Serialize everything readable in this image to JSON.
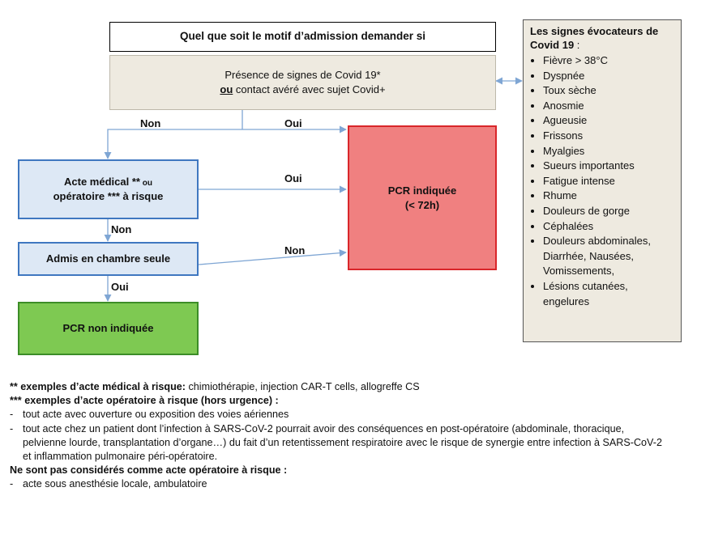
{
  "flowchart": {
    "top_question": "Quel que soit le motif d’admission demander si",
    "presence_line1": "Présence de signes de Covid 19*",
    "presence_ou": "ou",
    "presence_line2_rest": " contact avéré avec sujet Covid+",
    "acte_line1_main": "Acte médical **",
    "acte_line1_small": " ou",
    "acte_line2": "opératoire *** à risque",
    "admis": "Admis en chambre seule",
    "pcr_non": "PCR non indiquée",
    "pcr_line1": "PCR indiquée",
    "pcr_line2": "(< 72h)",
    "labels": {
      "non_top": "Non",
      "oui_top": "Oui",
      "oui_acte": "Oui",
      "non_acte": "Non",
      "non_admis": "Non",
      "oui_admis": "Oui"
    },
    "colors": {
      "presence_fill": "#eeeae0",
      "blue_fill": "#dde8f5",
      "blue_border": "#3f77c0",
      "green_fill": "#7ec952",
      "green_border": "#3c8d27",
      "red_fill": "#f08080",
      "red_border": "#d9262a",
      "signs_fill": "#eeeae0",
      "arrow": "#7fa6d4"
    }
  },
  "signs": {
    "title": "Les signes évocateurs de Covid 19",
    "title_suffix": " :",
    "items": [
      "Fièvre > 38°C",
      "Dyspnée",
      "Toux sèche",
      "Anosmie",
      "Agueusie",
      "Frissons",
      "Myalgies",
      "Sueurs importantes",
      "Fatigue intense",
      "Rhume",
      "Douleurs de gorge",
      "Céphalées",
      "Douleurs abdominales, Diarrhée, Nausées, Vomissements,",
      "Lésions cutanées, engelures"
    ]
  },
  "notes": {
    "n1_bold": "** exemples d’acte médical à risque:",
    "n1_rest": " chimiothérapie, injection CAR-T cells, allogreffe CS",
    "n2_bold": "*** exemples d’acte opératoire à risque (hors urgence) :",
    "dash": "-",
    "d1": "tout acte avec ouverture ou exposition des voies aériennes",
    "d2": "tout acte chez un patient dont l’infection à SARS-CoV-2 pourrait avoir des conséquences en post-opératoire (abdominale, thoracique, pelvienne lourde, transplantation d’organe…) du fait d’un retentissement respiratoire avec le risque de synergie entre infection à SARS-CoV-2 et inflammation pulmonaire péri-opératoire.",
    "n3_bold": "Ne sont pas considérés comme acte opératoire à risque :",
    "d3": "acte sous anesthésie locale, ambulatoire"
  }
}
